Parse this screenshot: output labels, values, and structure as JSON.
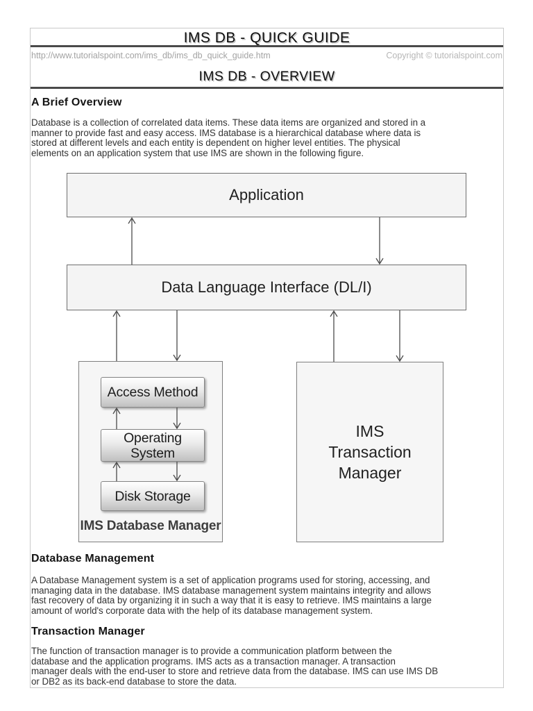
{
  "header": {
    "title": "IMS DB - QUICK GUIDE",
    "url": "http://www.tutorialspoint.com/ims_db/ims_db_quick_guide.htm",
    "copyright": "Copyright © tutorialspoint.com",
    "section_title": "IMS DB - OVERVIEW"
  },
  "sections": {
    "overview": {
      "heading": "A Brief Overview",
      "body": "Database is a collection of correlated data items. These data items are organized and stored in a\nmanner to provide fast and easy access. IMS database is a hierarchical database where data is\nstored at different levels and each entity is dependent on higher level entities. The physical\nelements on an application system that use IMS are shown in the following figure."
    },
    "database_management": {
      "heading": "Database Management",
      "body": "A Database Management system is a set of application programs used for storing, accessing, and\nmanaging data in the database. IMS database management system maintains integrity and allows\nfast recovery of data by organizing it in such a way that it is easy to retrieve. IMS maintains a large\namount of world's corporate data with the help of its database management system."
    },
    "transaction_manager": {
      "heading": "Transaction Manager",
      "body": "The function of transaction manager is to provide a communication platform between the\ndatabase and the application programs. IMS acts as a transaction manager. A transaction\nmanager deals with the end-user to store and retrieve data from the database. IMS can use IMS DB\nor DB2 as its back-end database to store the data."
    }
  },
  "diagram": {
    "application_label": "Application",
    "dli_label": "Data Language Interface (DL/I)",
    "access_method_label": "Access Method",
    "operating_system_label": "Operating System",
    "disk_storage_label": "Disk Storage",
    "db_manager_label": "IMS Database Manager",
    "transaction_manager_label": "IMS Transaction Manager"
  },
  "colors": {
    "rule": "#4a4a4a",
    "page_border": "#c9c9c9",
    "box_border": "#6e6e6e",
    "box_fill": "#f4f4f4",
    "arrow": "#4a4a4a",
    "url_text": "#a3a3a3",
    "copyright_text": "#b6b6b6",
    "body_text": "#333333"
  }
}
